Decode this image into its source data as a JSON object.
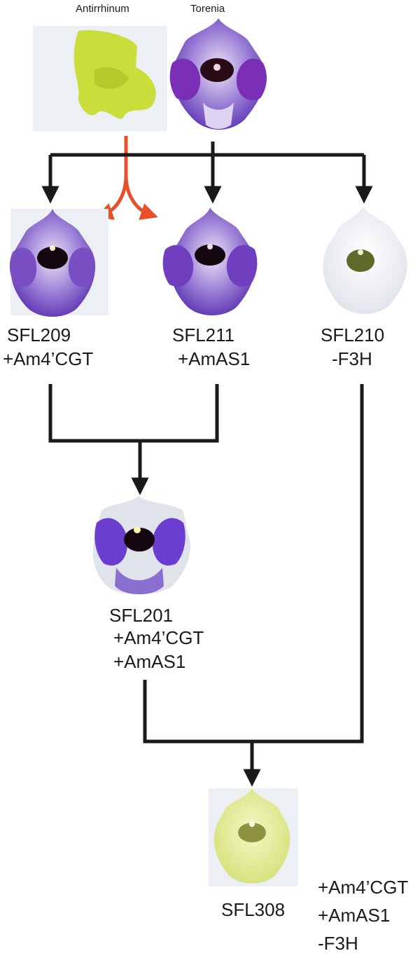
{
  "parents": {
    "antirrhinum": "Antirrhinum",
    "torenia": "Torenia"
  },
  "lines": [
    {
      "name": "SFL209",
      "mod1": "+Am4’CGT"
    },
    {
      "name": "SFL211",
      "mod1": "+AmAS1"
    },
    {
      "name": "SFL210",
      "mod1": "-F3H"
    },
    {
      "name": "SFL201",
      "mod1": "+Am4’CGT",
      "mod2": "+AmAS1"
    },
    {
      "name": "SFL308",
      "mod1": "+Am4’CGT",
      "mod2": "+AmAS1",
      "mod3": "-F3H"
    }
  ],
  "colors": {
    "arrow": "#1a1a1a",
    "gene_transfer_arrow": "#e8502a",
    "snapdragon_yellow": "#c9de3a",
    "torenia_violet": "#7a4fc4",
    "white_flower": "#eef1f4",
    "yellow_torenia": "#e4ec9a"
  }
}
